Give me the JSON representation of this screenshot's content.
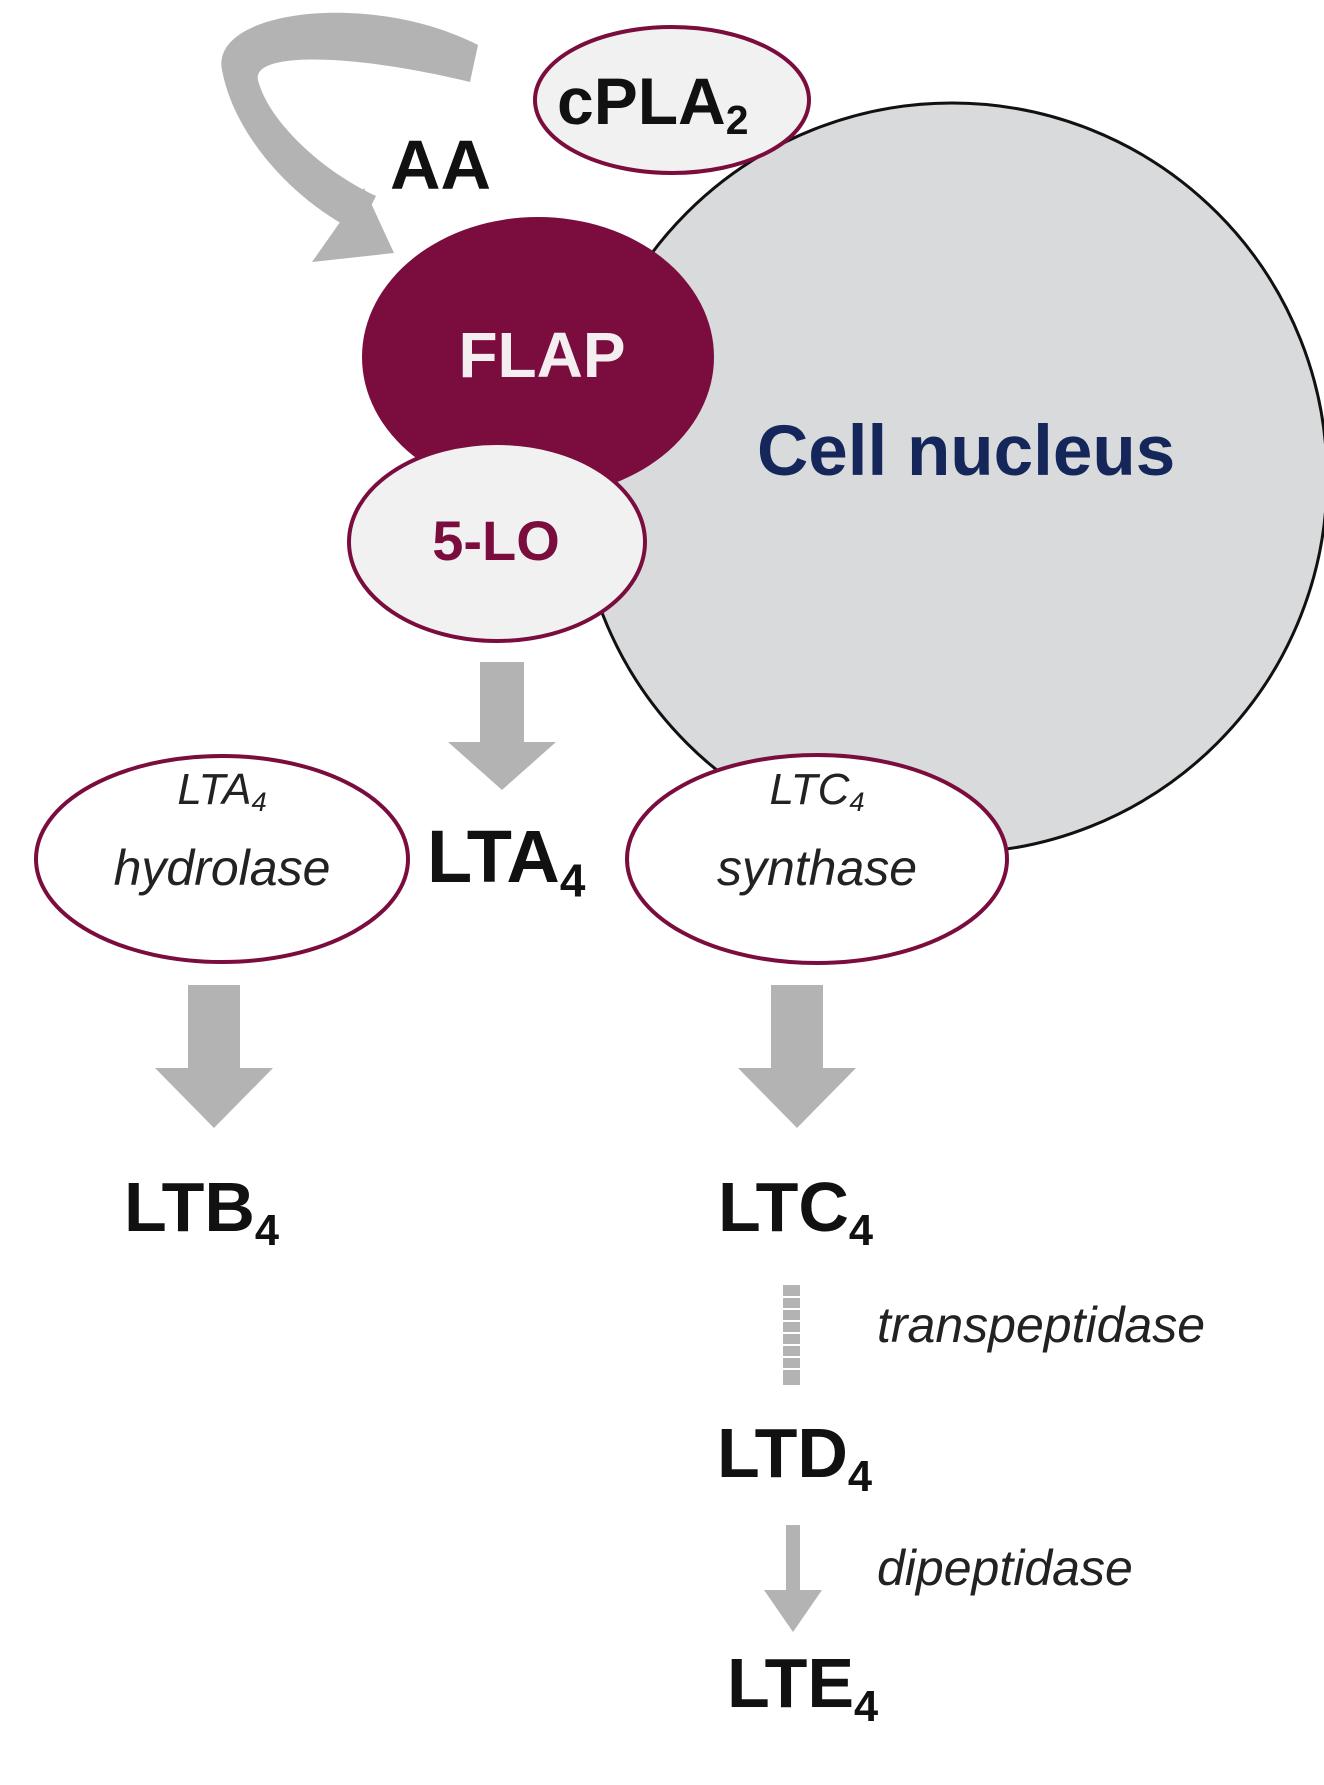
{
  "labels": {
    "cpla2": "cPLA",
    "cpla2_sub": "2",
    "aa": "AA",
    "flap": "FLAP",
    "five_lo": "5-LO",
    "nucleus": "Cell nucleus",
    "lta4": "LTA",
    "lta4_sub": "4",
    "lta4_hydrolase_line1": "LTA",
    "lta4_hydrolase_line1_sub": "4",
    "lta4_hydrolase_line2": "hydrolase",
    "ltc4_synthase_line1": "LTC",
    "ltc4_synthase_line1_sub": "4",
    "ltc4_synthase_line2": "synthase",
    "ltb4": "LTB",
    "ltb4_sub": "4",
    "ltc4": "LTC",
    "ltc4_sub": "4",
    "transpeptidase": "transpeptidase",
    "ltd4": "LTD",
    "ltd4_sub": "4",
    "dipeptidase": "dipeptidase",
    "lte4": "LTE",
    "lte4_sub": "4"
  },
  "colors": {
    "maroon": "#7a0d3e",
    "nucleus_fill": "#d9dadb",
    "nucleus_text": "#15265a",
    "enzyme_fill": "#f1f1f1",
    "arrow_gray": "#b3b3b3",
    "dark_text": "#111111"
  }
}
